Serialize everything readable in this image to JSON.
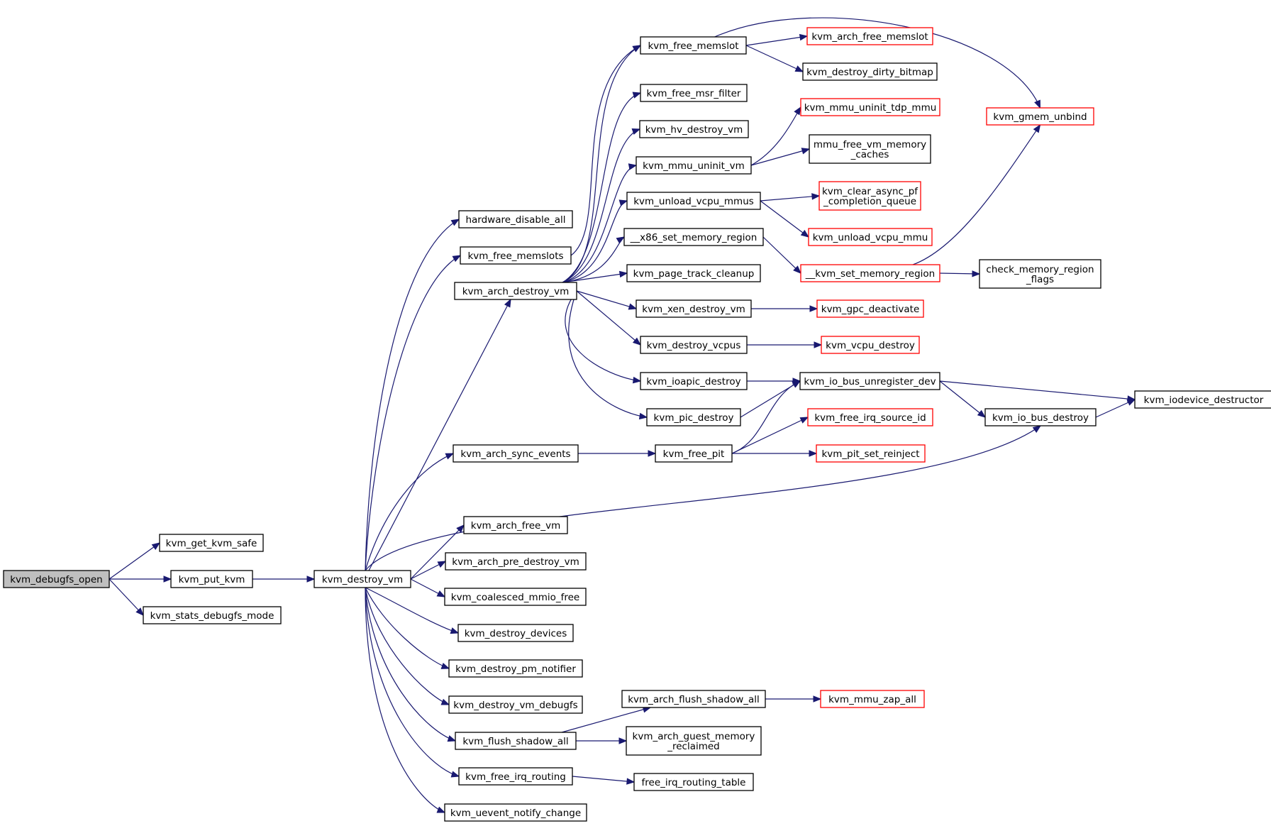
{
  "colors": {
    "edge": "#191970",
    "node_border": "#000000",
    "truncated_border": "#ff0000",
    "root_fill": "#bfbfbf",
    "node_fill": "#ffffff"
  },
  "nodes": [
    {
      "id": "kvm_debugfs_open",
      "lines": [
        "kvm_debugfs_open"
      ],
      "root": true
    },
    {
      "id": "kvm_get_kvm_safe",
      "lines": [
        "kvm_get_kvm_safe"
      ]
    },
    {
      "id": "kvm_put_kvm",
      "lines": [
        "kvm_put_kvm"
      ]
    },
    {
      "id": "kvm_stats_debugfs_mode",
      "lines": [
        "kvm_stats_debugfs_mode"
      ]
    },
    {
      "id": "kvm_destroy_vm",
      "lines": [
        "kvm_destroy_vm"
      ]
    },
    {
      "id": "hardware_disable_all",
      "lines": [
        "hardware_disable_all"
      ]
    },
    {
      "id": "kvm_free_memslots",
      "lines": [
        "kvm_free_memslots"
      ]
    },
    {
      "id": "kvm_arch_destroy_vm",
      "lines": [
        "kvm_arch_destroy_vm"
      ]
    },
    {
      "id": "kvm_arch_sync_events",
      "lines": [
        "kvm_arch_sync_events"
      ]
    },
    {
      "id": "kvm_arch_free_vm",
      "lines": [
        "kvm_arch_free_vm"
      ]
    },
    {
      "id": "kvm_arch_pre_destroy_vm",
      "lines": [
        "kvm_arch_pre_destroy_vm"
      ]
    },
    {
      "id": "kvm_coalesced_mmio_free",
      "lines": [
        "kvm_coalesced_mmio_free"
      ]
    },
    {
      "id": "kvm_destroy_devices",
      "lines": [
        "kvm_destroy_devices"
      ]
    },
    {
      "id": "kvm_destroy_pm_notifier",
      "lines": [
        "kvm_destroy_pm_notifier"
      ]
    },
    {
      "id": "kvm_destroy_vm_debugfs",
      "lines": [
        "kvm_destroy_vm_debugfs"
      ]
    },
    {
      "id": "kvm_flush_shadow_all",
      "lines": [
        "kvm_flush_shadow_all"
      ]
    },
    {
      "id": "kvm_free_irq_routing",
      "lines": [
        "kvm_free_irq_routing"
      ]
    },
    {
      "id": "kvm_uevent_notify_change",
      "lines": [
        "kvm_uevent_notify_change"
      ]
    },
    {
      "id": "kvm_free_memslot",
      "lines": [
        "kvm_free_memslot"
      ]
    },
    {
      "id": "kvm_free_msr_filter",
      "lines": [
        "kvm_free_msr_filter"
      ]
    },
    {
      "id": "kvm_hv_destroy_vm",
      "lines": [
        "kvm_hv_destroy_vm"
      ]
    },
    {
      "id": "kvm_mmu_uninit_vm",
      "lines": [
        "kvm_mmu_uninit_vm"
      ]
    },
    {
      "id": "kvm_unload_vcpu_mmus",
      "lines": [
        "kvm_unload_vcpu_mmus"
      ]
    },
    {
      "id": "__x86_set_memory_region",
      "lines": [
        "__x86_set_memory_region"
      ]
    },
    {
      "id": "kvm_page_track_cleanup",
      "lines": [
        "kvm_page_track_cleanup"
      ]
    },
    {
      "id": "kvm_xen_destroy_vm",
      "lines": [
        "kvm_xen_destroy_vm"
      ]
    },
    {
      "id": "kvm_destroy_vcpus",
      "lines": [
        "kvm_destroy_vcpus"
      ]
    },
    {
      "id": "kvm_ioapic_destroy",
      "lines": [
        "kvm_ioapic_destroy"
      ]
    },
    {
      "id": "kvm_pic_destroy",
      "lines": [
        "kvm_pic_destroy"
      ]
    },
    {
      "id": "kvm_free_pit",
      "lines": [
        "kvm_free_pit"
      ]
    },
    {
      "id": "kvm_arch_flush_shadow_all",
      "lines": [
        "kvm_arch_flush_shadow_all"
      ]
    },
    {
      "id": "kvm_arch_guest_memory_reclaimed",
      "lines": [
        "kvm_arch_guest_memory",
        "_reclaimed"
      ]
    },
    {
      "id": "free_irq_routing_table",
      "lines": [
        "free_irq_routing_table"
      ]
    },
    {
      "id": "kvm_arch_free_memslot",
      "lines": [
        "kvm_arch_free_memslot"
      ],
      "truncated": true
    },
    {
      "id": "kvm_destroy_dirty_bitmap",
      "lines": [
        "kvm_destroy_dirty_bitmap"
      ]
    },
    {
      "id": "kvm_mmu_uninit_tdp_mmu",
      "lines": [
        "kvm_mmu_uninit_tdp_mmu"
      ],
      "truncated": true
    },
    {
      "id": "mmu_free_vm_memory_caches",
      "lines": [
        "mmu_free_vm_memory",
        "_caches"
      ]
    },
    {
      "id": "kvm_clear_async_pf_completion_queue",
      "lines": [
        "kvm_clear_async_pf",
        "_completion_queue"
      ],
      "truncated": true
    },
    {
      "id": "kvm_unload_vcpu_mmu",
      "lines": [
        "kvm_unload_vcpu_mmu"
      ],
      "truncated": true
    },
    {
      "id": "__kvm_set_memory_region",
      "lines": [
        "__kvm_set_memory_region"
      ],
      "truncated": true
    },
    {
      "id": "kvm_gpc_deactivate",
      "lines": [
        "kvm_gpc_deactivate"
      ],
      "truncated": true
    },
    {
      "id": "kvm_vcpu_destroy",
      "lines": [
        "kvm_vcpu_destroy"
      ],
      "truncated": true
    },
    {
      "id": "kvm_io_bus_unregister_dev",
      "lines": [
        "kvm_io_bus_unregister_dev"
      ]
    },
    {
      "id": "kvm_free_irq_source_id",
      "lines": [
        "kvm_free_irq_source_id"
      ],
      "truncated": true
    },
    {
      "id": "kvm_pit_set_reinject",
      "lines": [
        "kvm_pit_set_reinject"
      ],
      "truncated": true
    },
    {
      "id": "kvm_mmu_zap_all",
      "lines": [
        "kvm_mmu_zap_all"
      ],
      "truncated": true
    },
    {
      "id": "kvm_gmem_unbind",
      "lines": [
        "kvm_gmem_unbind"
      ],
      "truncated": true
    },
    {
      "id": "check_memory_region_flags",
      "lines": [
        "check_memory_region",
        "_flags"
      ]
    },
    {
      "id": "kvm_io_bus_destroy",
      "lines": [
        "kvm_io_bus_destroy"
      ]
    },
    {
      "id": "kvm_iodevice_destructor",
      "lines": [
        "kvm_iodevice_destructor"
      ]
    }
  ],
  "edges": [
    [
      "kvm_debugfs_open",
      "kvm_get_kvm_safe"
    ],
    [
      "kvm_debugfs_open",
      "kvm_put_kvm"
    ],
    [
      "kvm_debugfs_open",
      "kvm_stats_debugfs_mode"
    ],
    [
      "kvm_put_kvm",
      "kvm_destroy_vm"
    ],
    [
      "kvm_destroy_vm",
      "hardware_disable_all"
    ],
    [
      "kvm_destroy_vm",
      "kvm_free_memslots"
    ],
    [
      "kvm_destroy_vm",
      "kvm_arch_destroy_vm"
    ],
    [
      "kvm_destroy_vm",
      "kvm_arch_sync_events"
    ],
    [
      "kvm_destroy_vm",
      "kvm_io_bus_destroy"
    ],
    [
      "kvm_destroy_vm",
      "kvm_arch_free_vm"
    ],
    [
      "kvm_destroy_vm",
      "kvm_arch_pre_destroy_vm"
    ],
    [
      "kvm_destroy_vm",
      "kvm_coalesced_mmio_free"
    ],
    [
      "kvm_destroy_vm",
      "kvm_destroy_devices"
    ],
    [
      "kvm_destroy_vm",
      "kvm_destroy_pm_notifier"
    ],
    [
      "kvm_destroy_vm",
      "kvm_destroy_vm_debugfs"
    ],
    [
      "kvm_destroy_vm",
      "kvm_flush_shadow_all"
    ],
    [
      "kvm_destroy_vm",
      "kvm_free_irq_routing"
    ],
    [
      "kvm_destroy_vm",
      "kvm_uevent_notify_change"
    ],
    [
      "kvm_free_memslots",
      "kvm_free_memslot"
    ],
    [
      "kvm_arch_destroy_vm",
      "kvm_free_memslot"
    ],
    [
      "kvm_arch_destroy_vm",
      "kvm_free_msr_filter"
    ],
    [
      "kvm_arch_destroy_vm",
      "kvm_hv_destroy_vm"
    ],
    [
      "kvm_arch_destroy_vm",
      "kvm_mmu_uninit_vm"
    ],
    [
      "kvm_arch_destroy_vm",
      "kvm_unload_vcpu_mmus"
    ],
    [
      "kvm_arch_destroy_vm",
      "__x86_set_memory_region"
    ],
    [
      "kvm_arch_destroy_vm",
      "kvm_page_track_cleanup"
    ],
    [
      "kvm_arch_destroy_vm",
      "kvm_xen_destroy_vm"
    ],
    [
      "kvm_arch_destroy_vm",
      "kvm_destroy_vcpus"
    ],
    [
      "kvm_arch_destroy_vm",
      "kvm_ioapic_destroy"
    ],
    [
      "kvm_arch_destroy_vm",
      "kvm_pic_destroy"
    ],
    [
      "kvm_arch_sync_events",
      "kvm_free_pit"
    ],
    [
      "kvm_flush_shadow_all",
      "kvm_arch_flush_shadow_all"
    ],
    [
      "kvm_flush_shadow_all",
      "kvm_arch_guest_memory_reclaimed"
    ],
    [
      "kvm_free_irq_routing",
      "free_irq_routing_table"
    ],
    [
      "kvm_free_memslot",
      "kvm_arch_free_memslot"
    ],
    [
      "kvm_free_memslot",
      "kvm_destroy_dirty_bitmap"
    ],
    [
      "kvm_free_memslot",
      "kvm_gmem_unbind"
    ],
    [
      "kvm_mmu_uninit_vm",
      "kvm_mmu_uninit_tdp_mmu"
    ],
    [
      "kvm_mmu_uninit_vm",
      "mmu_free_vm_memory_caches"
    ],
    [
      "kvm_unload_vcpu_mmus",
      "kvm_clear_async_pf_completion_queue"
    ],
    [
      "kvm_unload_vcpu_mmus",
      "kvm_unload_vcpu_mmu"
    ],
    [
      "__x86_set_memory_region",
      "__kvm_set_memory_region"
    ],
    [
      "kvm_xen_destroy_vm",
      "kvm_gpc_deactivate"
    ],
    [
      "kvm_destroy_vcpus",
      "kvm_vcpu_destroy"
    ],
    [
      "kvm_ioapic_destroy",
      "kvm_io_bus_unregister_dev"
    ],
    [
      "kvm_pic_destroy",
      "kvm_io_bus_unregister_dev"
    ],
    [
      "kvm_free_pit",
      "kvm_io_bus_unregister_dev"
    ],
    [
      "kvm_free_pit",
      "kvm_free_irq_source_id"
    ],
    [
      "kvm_free_pit",
      "kvm_pit_set_reinject"
    ],
    [
      "kvm_arch_flush_shadow_all",
      "kvm_mmu_zap_all"
    ],
    [
      "__kvm_set_memory_region",
      "kvm_gmem_unbind"
    ],
    [
      "__kvm_set_memory_region",
      "check_memory_region_flags"
    ],
    [
      "kvm_io_bus_unregister_dev",
      "kvm_io_bus_destroy"
    ],
    [
      "kvm_io_bus_unregister_dev",
      "kvm_iodevice_destructor"
    ],
    [
      "kvm_io_bus_destroy",
      "kvm_iodevice_destructor"
    ]
  ]
}
